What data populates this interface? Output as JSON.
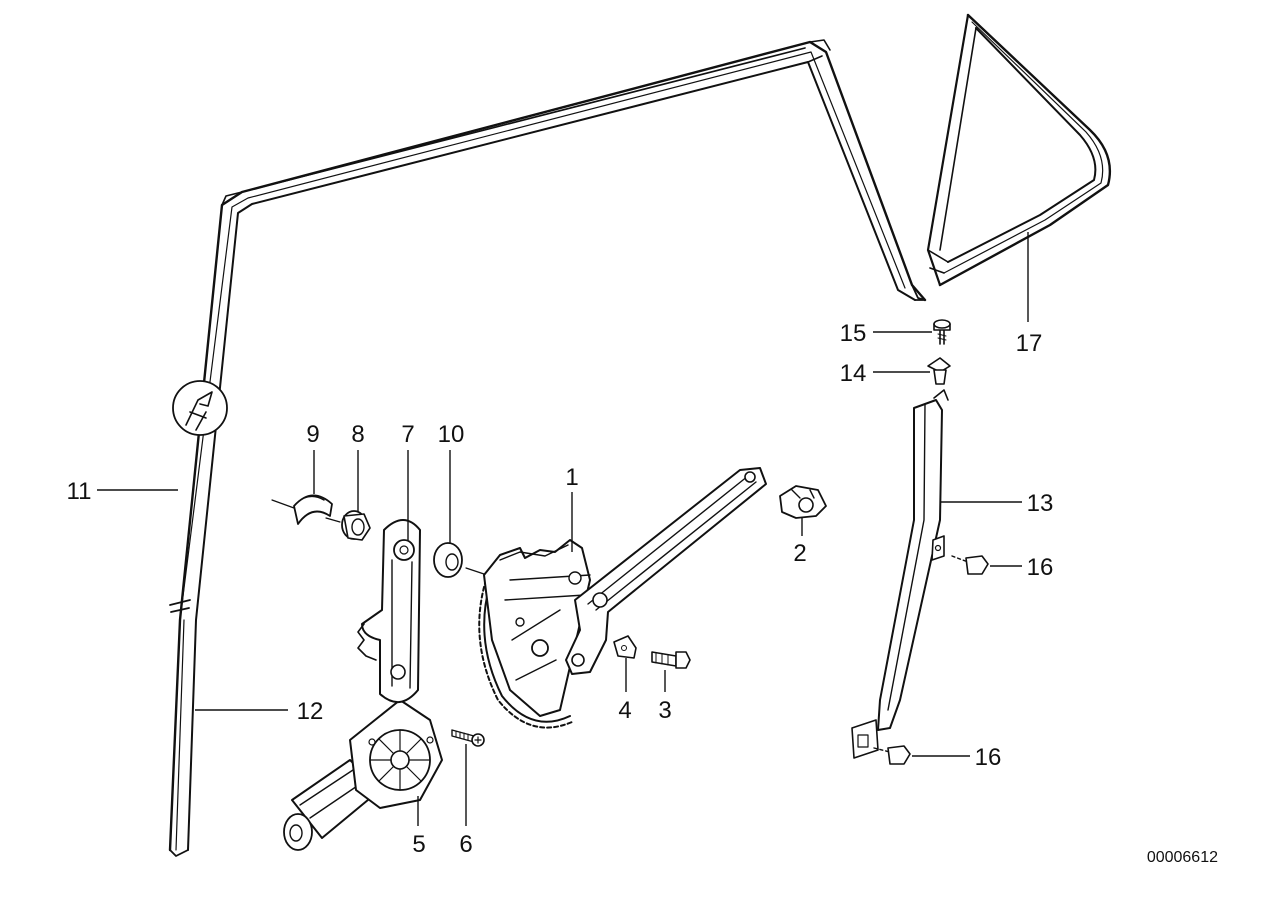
{
  "callouts": {
    "c1": "1",
    "c2": "2",
    "c3": "3",
    "c4": "4",
    "c5": "5",
    "c6": "6",
    "c7": "7",
    "c8": "8",
    "c9": "9",
    "c10": "10",
    "c11": "11",
    "c12": "12",
    "c13": "13",
    "c14": "14",
    "c15": "15",
    "c16a": "16",
    "c16b": "16",
    "c17": "17"
  },
  "diagram_code": "00006612",
  "icons": {
    "note_symbol": "hand-pointer-note-icon"
  }
}
